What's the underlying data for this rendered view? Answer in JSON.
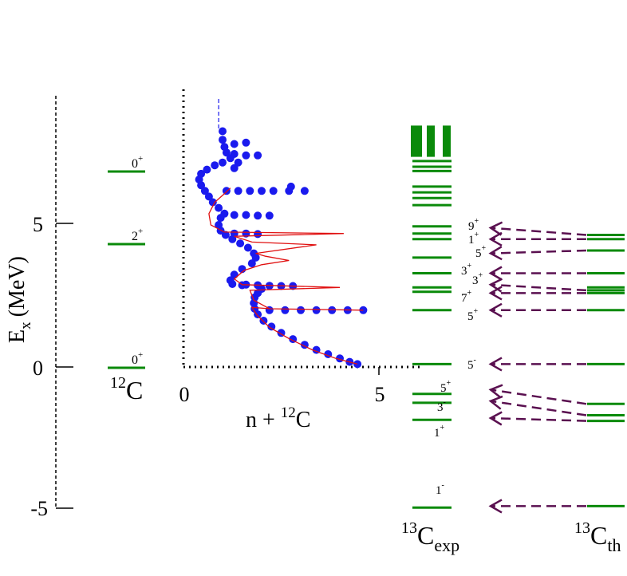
{
  "axis": {
    "title_main": "E",
    "title_sub": "x",
    "title_unit": "(MeV)",
    "ticks": [
      {
        "value": 5,
        "label": "5"
      },
      {
        "value": 0,
        "label": "0"
      },
      {
        "value": -5,
        "label": "-5"
      }
    ]
  },
  "c12": {
    "label_mass": "12",
    "label_elem": "C",
    "levels": [
      {
        "energy": 0.0,
        "spin": "0",
        "parity": "+"
      },
      {
        "energy": 4.44,
        "spin": "2",
        "parity": "+"
      },
      {
        "energy": 6.8,
        "spin": "0",
        "parity": "+"
      }
    ]
  },
  "scatter_panel": {
    "label_prefix": "n + ",
    "label_mass": "12",
    "label_elem": "C",
    "x_ticks": [
      {
        "value": 0,
        "label": "0"
      },
      {
        "value": 5,
        "label": "5"
      }
    ]
  },
  "c13_exp": {
    "label_mass": "13",
    "label_elem": "C",
    "label_sub": "exp",
    "levels": [
      -4.95,
      -1.86,
      -1.26,
      -0.95,
      0.1,
      2.0,
      2.65,
      2.8,
      3.3,
      3.85,
      4.5,
      4.7,
      4.95,
      5.7,
      5.95,
      6.15,
      6.35,
      6.9,
      7.05,
      7.25
    ],
    "dense_band": {
      "from": 7.4,
      "to": 8.5
    },
    "labels": [
      {
        "spin": "1",
        "parity": "-",
        "energy": -4.7
      },
      {
        "spin": "1",
        "parity": "+",
        "energy": -2.2
      },
      {
        "spin": "3",
        "parity": "-",
        "energy": -1.45
      },
      {
        "spin": "5",
        "parity": "+",
        "energy": -0.7
      },
      {
        "spin": "5",
        "parity": "-",
        "energy": 0.0
      },
      {
        "spin": "5",
        "parity": "+",
        "energy": 1.75
      },
      {
        "spin": "7",
        "parity": "+",
        "energy": 2.4
      },
      {
        "spin": "3",
        "parity": "+",
        "energy": 2.95
      },
      {
        "spin": "3",
        "parity": "+",
        "energy": 3.4
      },
      {
        "spin": "5",
        "parity": "+",
        "energy": 3.9
      },
      {
        "spin": "1",
        "parity": "+",
        "energy": 4.5
      },
      {
        "spin": "9",
        "parity": "+",
        "energy": 4.95
      }
    ]
  },
  "c13_th": {
    "label_mass": "13",
    "label_elem": "C",
    "label_sub": "th",
    "levels": [
      -4.9,
      -1.9,
      -1.7,
      -1.3,
      0.1,
      2.0,
      2.6,
      2.7,
      2.8,
      3.3,
      4.1,
      4.5,
      4.65
    ],
    "arrows": [
      {
        "from": -4.9,
        "to": -4.9
      },
      {
        "from": -1.9,
        "to": -1.8
      },
      {
        "from": -1.7,
        "to": -1.2
      },
      {
        "from": -1.3,
        "to": -0.8
      },
      {
        "from": 0.1,
        "to": 0.1
      },
      {
        "from": 2.0,
        "to": 2.0
      },
      {
        "from": 2.6,
        "to": 2.6
      },
      {
        "from": 2.7,
        "to": 2.9
      },
      {
        "from": 3.3,
        "to": 3.3
      },
      {
        "from": 4.1,
        "to": 4.0
      },
      {
        "from": 4.5,
        "to": 4.5
      },
      {
        "from": 4.65,
        "to": 4.9
      }
    ]
  },
  "chart_data": {
    "type": "scatter",
    "x_ticks": [
      0,
      5
    ],
    "y_ticks": [
      -5,
      0,
      5
    ],
    "series": [
      {
        "values": [
          [
            4.45,
            0.1
          ],
          [
            4.25,
            0.18
          ],
          [
            4.0,
            0.3
          ],
          [
            3.7,
            0.45
          ],
          [
            3.4,
            0.6
          ],
          [
            3.1,
            0.78
          ],
          [
            2.8,
            0.98
          ],
          [
            2.5,
            1.2
          ],
          [
            2.25,
            1.42
          ],
          [
            2.05,
            1.63
          ],
          [
            1.9,
            1.85
          ],
          [
            1.82,
            2.05
          ],
          [
            1.8,
            2.25
          ],
          [
            1.82,
            2.45
          ],
          [
            1.9,
            2.6
          ],
          [
            2.0,
            2.75
          ],
          [
            1.5,
            2.88
          ],
          [
            1.25,
            2.92
          ],
          [
            1.2,
            3.05
          ],
          [
            1.3,
            3.25
          ],
          [
            1.5,
            3.45
          ],
          [
            1.75,
            3.65
          ],
          [
            1.85,
            3.85
          ],
          [
            1.8,
            4.0
          ],
          [
            1.65,
            4.2
          ],
          [
            1.45,
            4.35
          ],
          [
            1.25,
            4.5
          ],
          [
            1.08,
            4.65
          ],
          [
            0.95,
            4.8
          ],
          [
            0.9,
            5.0
          ],
          [
            0.95,
            5.25
          ],
          [
            1.05,
            5.4
          ],
          [
            0.9,
            5.6
          ],
          [
            0.75,
            5.8
          ],
          [
            0.65,
            6.0
          ],
          [
            0.55,
            6.2
          ],
          [
            0.45,
            6.4
          ],
          [
            0.4,
            6.6
          ],
          [
            0.45,
            6.8
          ],
          [
            0.6,
            6.95
          ],
          [
            0.8,
            7.1
          ],
          [
            1.0,
            7.2
          ],
          [
            1.2,
            7.35
          ],
          [
            1.1,
            7.55
          ],
          [
            1.05,
            7.75
          ],
          [
            1.0,
            8.0
          ],
          [
            1.0,
            8.3
          ],
          [
            2.2,
            2.0
          ],
          [
            2.6,
            2.0
          ],
          [
            3.0,
            2.0
          ],
          [
            3.4,
            2.0
          ],
          [
            3.8,
            2.0
          ],
          [
            4.2,
            2.0
          ],
          [
            4.6,
            2.0
          ],
          [
            1.6,
            2.9
          ],
          [
            1.9,
            2.88
          ],
          [
            2.2,
            2.86
          ],
          [
            2.5,
            2.85
          ],
          [
            2.8,
            2.85
          ],
          [
            1.3,
            4.7
          ],
          [
            1.6,
            4.7
          ],
          [
            1.9,
            4.68
          ],
          [
            1.3,
            5.35
          ],
          [
            1.6,
            5.35
          ],
          [
            1.9,
            5.33
          ],
          [
            2.2,
            5.33
          ],
          [
            1.1,
            6.2
          ],
          [
            1.4,
            6.2
          ],
          [
            1.7,
            6.2
          ],
          [
            2.0,
            6.2
          ],
          [
            2.3,
            6.2
          ],
          [
            2.7,
            6.2
          ],
          [
            3.1,
            6.2
          ],
          [
            2.75,
            6.35
          ],
          [
            1.3,
            7.5
          ],
          [
            1.6,
            7.45
          ],
          [
            1.9,
            7.45
          ],
          [
            1.3,
            7.85
          ],
          [
            1.6,
            7.9
          ],
          [
            1.4,
            7.2
          ],
          [
            1.3,
            7.0
          ]
        ]
      },
      {
        "values": [
          [
            4.45,
            0.1
          ],
          [
            3.9,
            0.3
          ],
          [
            3.3,
            0.6
          ],
          [
            2.7,
            1.0
          ],
          [
            2.2,
            1.4
          ],
          [
            1.9,
            1.8
          ],
          [
            1.75,
            2.1
          ],
          [
            2.2,
            2.05
          ],
          [
            4.6,
            2.0
          ],
          [
            2.2,
            2.05
          ],
          [
            1.8,
            2.35
          ],
          [
            1.7,
            2.7
          ],
          [
            4.0,
            2.8
          ],
          [
            1.5,
            2.9
          ],
          [
            1.3,
            3.1
          ],
          [
            1.55,
            3.4
          ],
          [
            2.0,
            3.6
          ],
          [
            2.7,
            3.75
          ],
          [
            2.1,
            3.9
          ],
          [
            1.85,
            4.0
          ],
          [
            3.4,
            4.3
          ],
          [
            1.75,
            4.4
          ],
          [
            1.3,
            4.6
          ],
          [
            4.1,
            4.7
          ],
          [
            1.05,
            4.75
          ],
          [
            0.7,
            5.0
          ],
          [
            0.65,
            5.4
          ],
          [
            0.8,
            5.8
          ],
          [
            1.05,
            6.1
          ],
          [
            1.2,
            6.3
          ]
        ]
      },
      {
        "values": [
          [
            0.9,
            8.4
          ],
          [
            0.9,
            9.5
          ]
        ]
      }
    ]
  }
}
